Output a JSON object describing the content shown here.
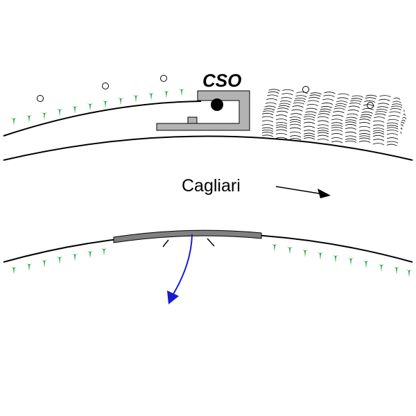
{
  "labels": {
    "observatory": "CSO",
    "city": "Cagliari"
  },
  "colors": {
    "line": "#000000",
    "structure_fill": "#b3b3b3",
    "vegetation": "#21a34a",
    "arrow_blue": "#1a1acc",
    "dish_fill": "#808080"
  },
  "icons": {
    "vegetation": "tree-marker-icon",
    "bubble": "bubble-icon",
    "waves": "wave-pattern",
    "direction": "arrow-right-icon"
  }
}
